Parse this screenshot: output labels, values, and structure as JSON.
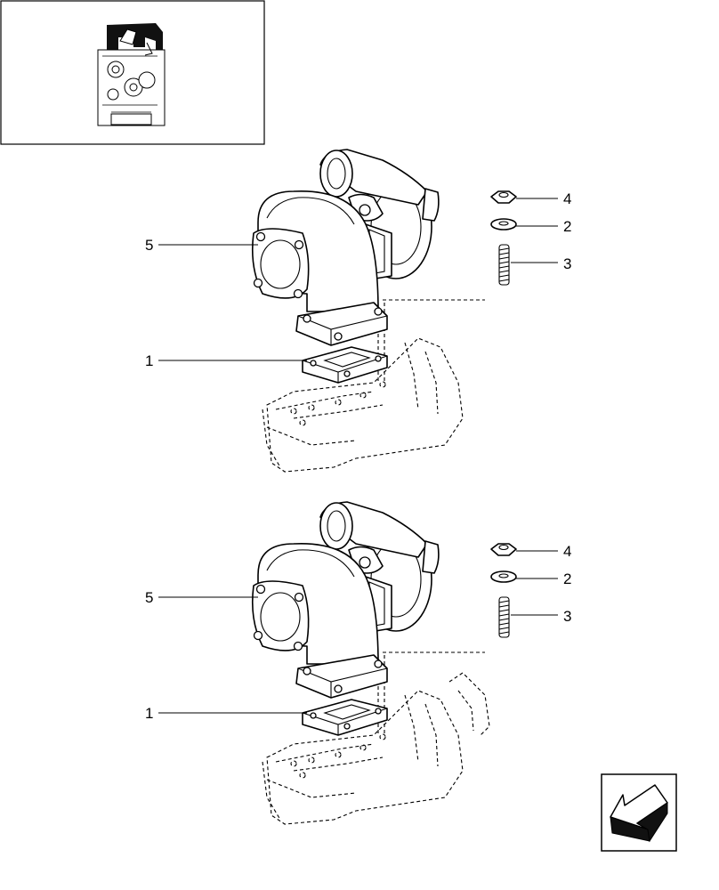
{
  "callouts": {
    "top": {
      "turbo": "5",
      "gasket": "1",
      "nut": "4",
      "washer": "2",
      "stud": "3"
    },
    "bottom": {
      "turbo": "5",
      "gasket": "1",
      "nut": "4",
      "washer": "2",
      "stud": "3"
    }
  },
  "icons": {
    "thumbnail": "engine-locator-thumbnail",
    "navigation": "back-arrow-icon"
  },
  "colors": {
    "line": "#000000",
    "background": "#ffffff"
  }
}
